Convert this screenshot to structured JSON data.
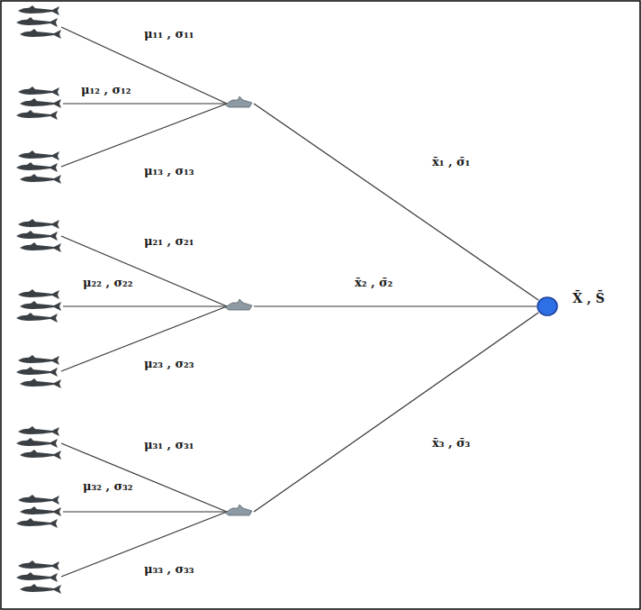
{
  "diagram": {
    "nodes": [
      {
        "text": [
          "X̄ , S̄"
        ]
      }
    ],
    "labels": [
      "μ₁₁ , σ₁₁",
      "μ₁₂ , σ₁₂",
      "μ₁₃ , σ₁₃",
      "μ₂₁ , σ₂₁",
      "μ₂₂ , σ₂₂",
      "μ₂₃ , σ₂₃",
      "μ₃₁ , σ₃₁",
      "μ₃₂ , σ₃₂",
      "μ₃₃ , σ₃₃",
      "x̄₁ , σ̄₁",
      "x̄₂ , σ̄₂",
      "x̄₃ , σ̄₃"
    ]
  }
}
